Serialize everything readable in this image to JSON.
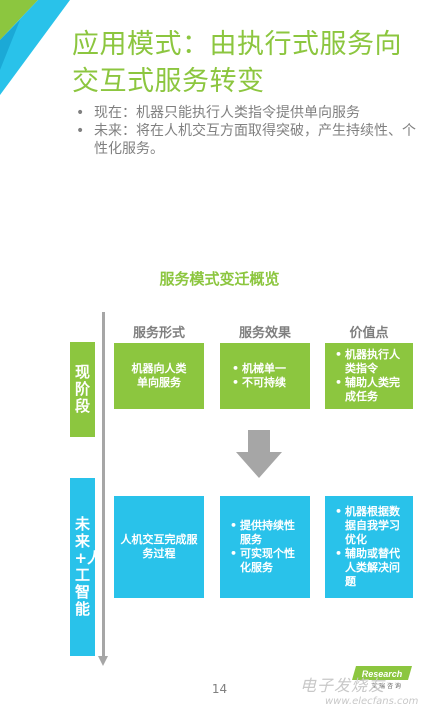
{
  "header": {
    "title": "应用模式：由执行式服务向交互式服务转变",
    "bullets": [
      "现在：机器只能执行人类指令提供单向服务",
      "未来：将在人机交互方面取得突破，产生持续性、个性化服务。"
    ],
    "bullet_marker": "•"
  },
  "diagram": {
    "title": "服务模式变迁概览",
    "columns": [
      "服务形式",
      "服务效果",
      "价值点"
    ],
    "rows": [
      {
        "label": "现阶段",
        "form": "机器向人类单向服务",
        "effect": [
          "机械单一",
          "不可持续"
        ],
        "value": [
          "机器执行人类指令",
          "辅助人类完成任务"
        ]
      },
      {
        "label": "未来+人工智能",
        "form": "人机交互完成服务过程",
        "effect": [
          "提供持续性服务",
          "可实现个性化服务"
        ],
        "value": [
          "机器根据数据自我学习优化",
          "辅助或替代人类解决问题"
        ]
      }
    ],
    "item_marker": "•"
  },
  "footer": {
    "page_number": "14",
    "logo_text": "Research",
    "logo_sub": "艾瑞咨询",
    "watermark": "电子发烧友",
    "watermark_url": "www.elecfans.com"
  },
  "colors": {
    "green": "#8cc63f",
    "blue": "#29c2ea",
    "gray": "#a6a6a6"
  }
}
